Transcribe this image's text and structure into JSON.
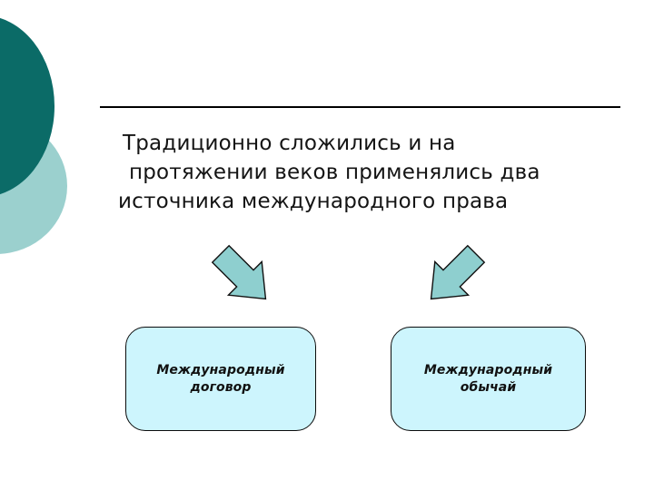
{
  "slide": {
    "background_color": "#ffffff",
    "accent_dark": "#0b6b67",
    "accent_light": "#9bd0ce",
    "box_fill": "#cdf5fd",
    "arrow_fill": "#8ecfcf",
    "rule_color": "#000000"
  },
  "decor": {
    "circle_dark_name": "dark-teal-circle",
    "circle_light_name": "light-teal-circle",
    "divider_name": "title-divider-line"
  },
  "title": {
    "line1": "Традиционно сложились и на",
    "line2": "протяжении веков применялись два",
    "line3": "источника международного права",
    "full": "Традиционно сложились и на протяжении веков применялись два источника международного права"
  },
  "arrows": [
    {
      "name": "arrow-down-left",
      "direction": "down-left",
      "color": "#8ecfcf"
    },
    {
      "name": "arrow-down-right",
      "direction": "down-right",
      "color": "#8ecfcf"
    }
  ],
  "boxes": [
    {
      "name": "box-international-treaty",
      "label": "Международный\nдоговор",
      "fill": "#cdf5fd"
    },
    {
      "name": "box-international-custom",
      "label": "Международный\nобычай",
      "fill": "#cdf5fd"
    }
  ]
}
